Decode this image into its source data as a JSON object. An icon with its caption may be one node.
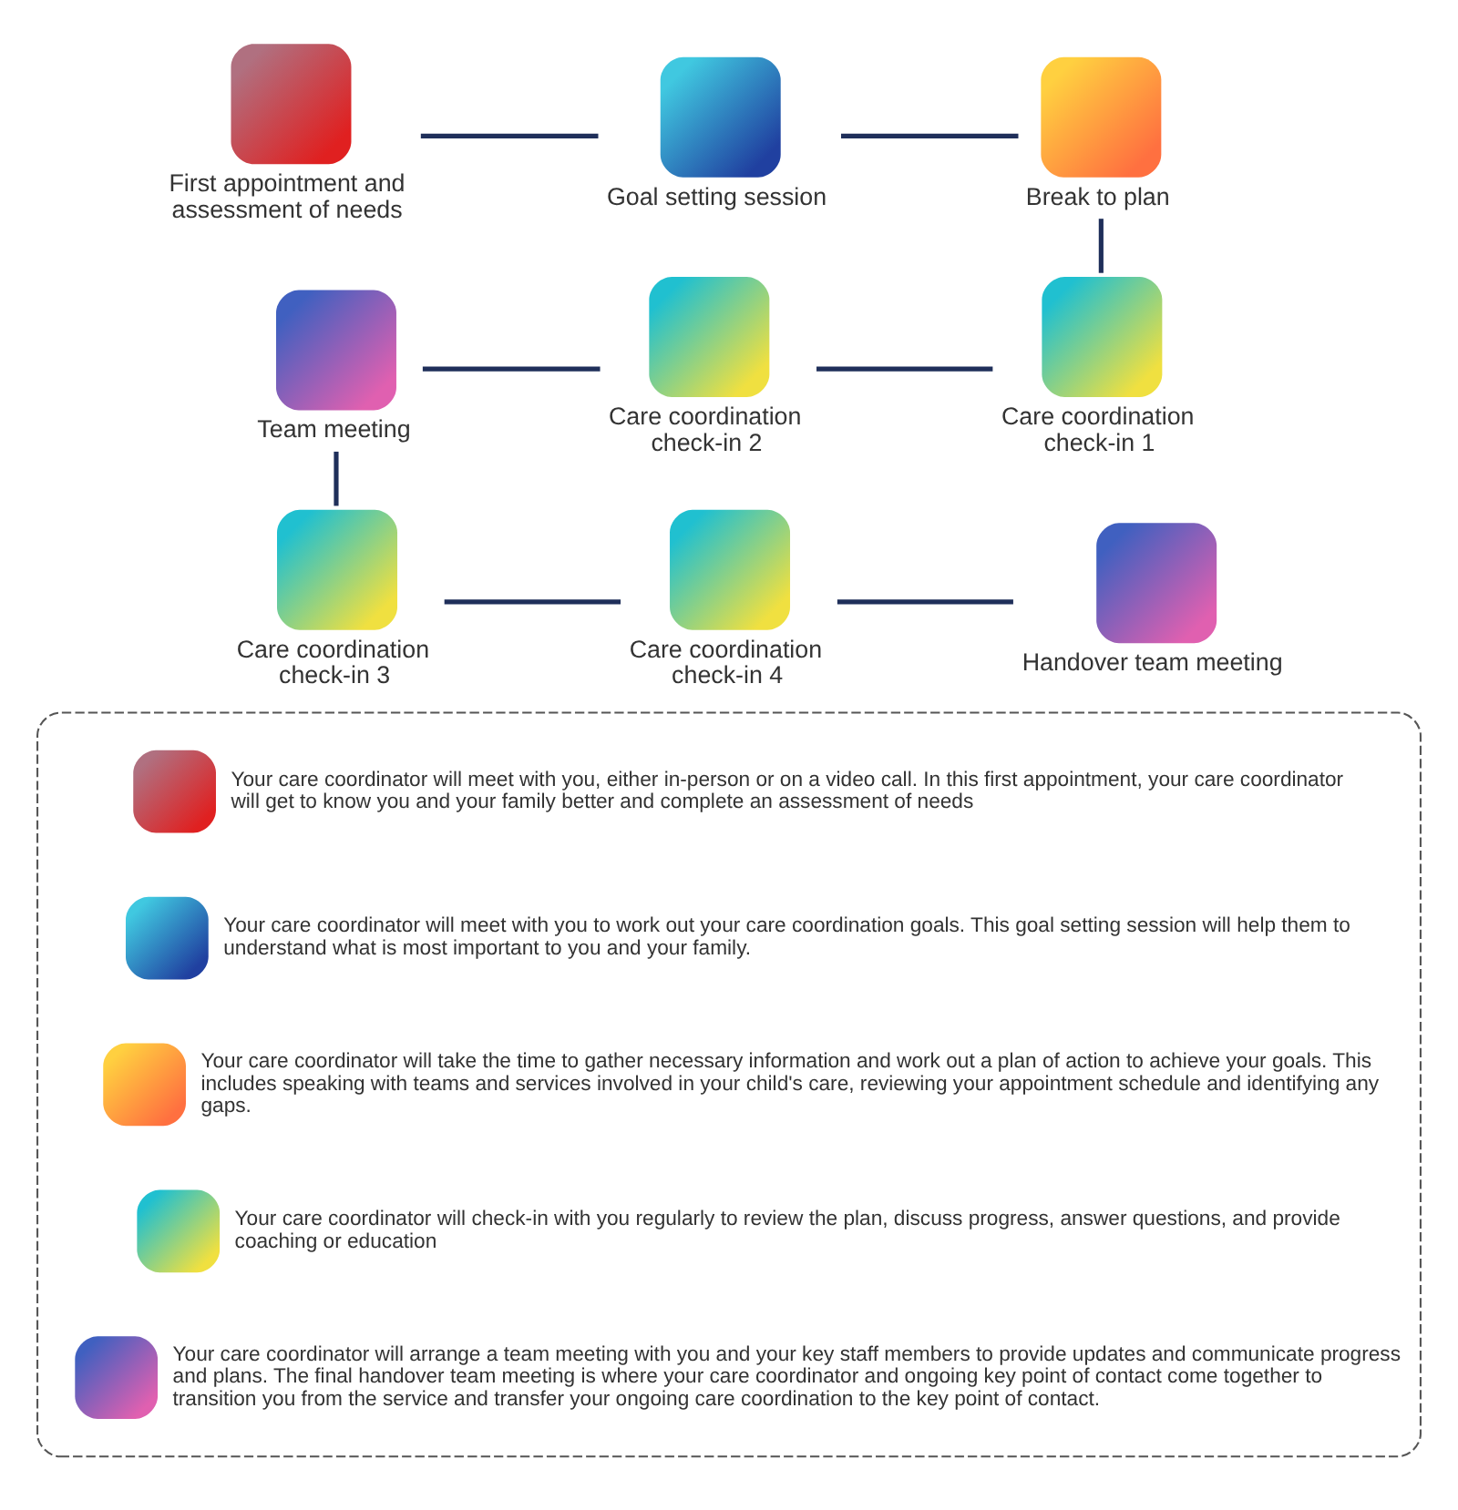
{
  "diagram": {
    "nodes": [
      {
        "text": [
          "First appointment and assessment of needs"
        ]
      },
      {
        "text": [
          "Goal setting session"
        ]
      },
      {
        "text": [
          "Break to plan"
        ]
      },
      {
        "text": [
          "Team meeting"
        ]
      },
      {
        "text": [
          "Care coordination check-in 2"
        ]
      },
      {
        "text": [
          "Care coordination check-in 1"
        ]
      },
      {
        "text": [
          "Care coordination check-in 3"
        ]
      },
      {
        "text": [
          "Care coordination check-in 4"
        ]
      },
      {
        "text": [
          "Handover team meeting"
        ]
      },
      {
        "text": [],
        "shape": "box"
      }
    ],
    "edges": [
      {
        "from": 0,
        "to": 1,
        "arrow": "none"
      },
      {
        "from": 1,
        "to": 2,
        "arrow": "none"
      },
      {
        "from": 2,
        "to": 5,
        "arrow": "none"
      },
      {
        "from": 5,
        "to": 4,
        "arrow": "none"
      },
      {
        "from": 4,
        "to": 3,
        "arrow": "none"
      },
      {
        "from": 3,
        "to": 6,
        "arrow": "none"
      },
      {
        "from": 6,
        "to": 7,
        "arrow": "none"
      },
      {
        "from": 7,
        "to": 8,
        "arrow": "none"
      }
    ],
    "legend": [
      {
        "text": "Your care coordinator will meet with you, either in-person or on a video call. In this first appointment, your care coordinator will get to know you and your family better and complete an assessment of needs"
      },
      {
        "text": "Your care coordinator will meet with you to work out your care coordination goals. This goal setting session will help them to understand what is most important to you and your family."
      },
      {
        "text": "Your care coordinator will take the time to gather necessary information and work out a plan of action to achieve your goals. This includes speaking with teams and services involved in your child's care, reviewing your appointment schedule and identifying any gaps."
      },
      {
        "text": "Your care coordinator will check-in with you regularly to review the plan, discuss progress, answer questions, and provide coaching or education"
      },
      {
        "text": "Your care coordinator will arrange a team meeting with you and your key staff members to provide updates and communicate progress and plans. The final handover team meeting is where your care coordinator and ongoing key point of contact come together to transition you from the service and transfer your ongoing care coordination to the key point of contact."
      }
    ]
  }
}
